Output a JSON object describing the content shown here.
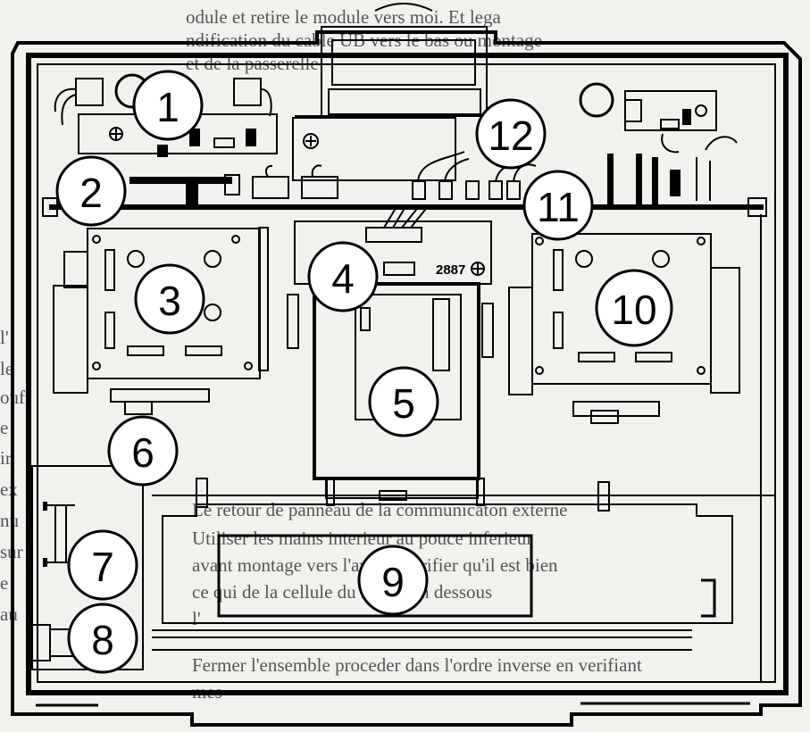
{
  "background_text": [
    "odule et retire le module vers moi. Et lega",
    "ndification du cable UB vers le bas ou montage",
    "et de la passerelle",
    "l'",
    "le",
    "ouff",
    "e",
    "ir",
    "ex",
    "nu",
    "sur",
    "e",
    "au",
    "Le retour de panneau de la communicaton externe",
    "Utiliser les mains interieur au pouce inferieur",
    "avant montage vers l'avant. Verifier qu'il est bien",
    "ce qui de la cellule du l'autre en dessous",
    "l'",
    "Fermer l'ensemble proceder dans l'ordre inverse en verifiant",
    "mes"
  ],
  "board_label": "2887",
  "callouts": [
    "1",
    "2",
    "3",
    "4",
    "5",
    "6",
    "7",
    "8",
    "9",
    "10",
    "11",
    "12"
  ]
}
